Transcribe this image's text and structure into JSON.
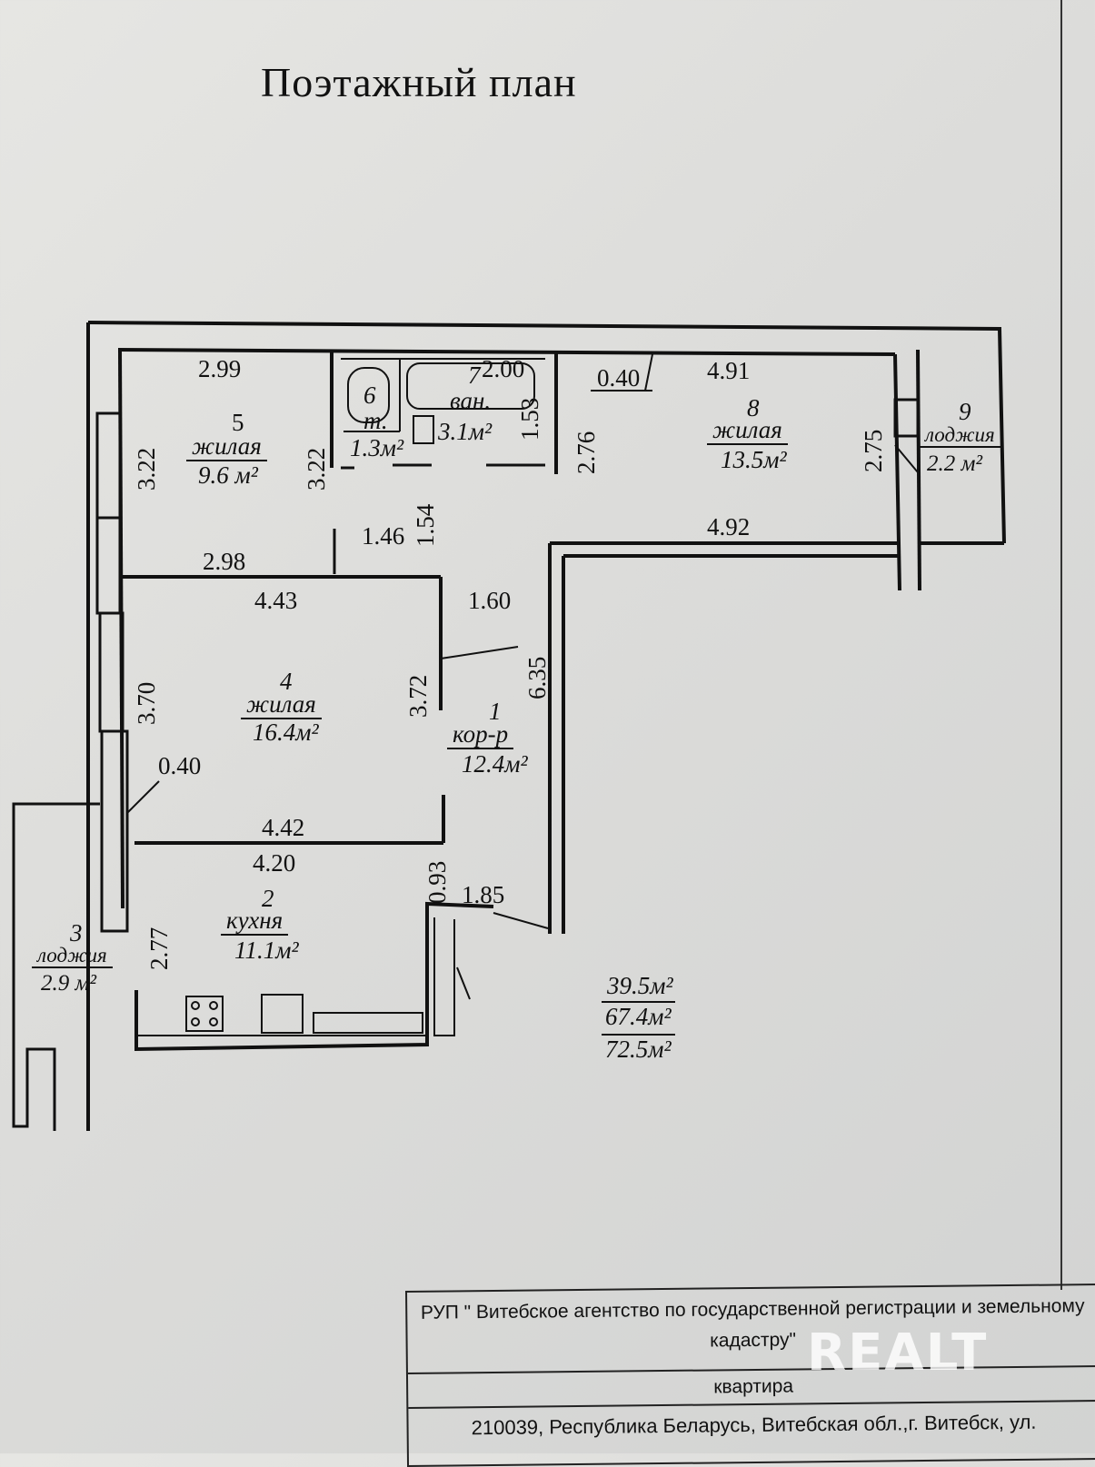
{
  "title": "Поэтажный план",
  "rooms": [
    {
      "num": "1",
      "type": "кор-р",
      "area": "12.4м²"
    },
    {
      "num": "2",
      "type": "кухня",
      "area": "11.1м²"
    },
    {
      "num": "3",
      "type": "лоджия",
      "area": "2.9 м²"
    },
    {
      "num": "4",
      "type": "жилая",
      "area": "16.4м²"
    },
    {
      "num": "5",
      "type": "жилая",
      "area": "9.6 м²"
    },
    {
      "num": "6",
      "type": "т.",
      "area": "1.3м²"
    },
    {
      "num": "7",
      "type": "ван.",
      "area": "3.1м²"
    },
    {
      "num": "8",
      "type": "жилая",
      "area": "13.5м²"
    },
    {
      "num": "9",
      "type": "лоджия",
      "area": "2.2 м²"
    }
  ],
  "dimensions": [
    "2.99",
    "3.22",
    "3.22",
    "2.00",
    "1.53",
    "0.40",
    "4.91",
    "2.76",
    "2.75",
    "1.54",
    "1.46",
    "4.92",
    "2.98",
    "4.43",
    "1.60",
    "6.35",
    "3.70",
    "3.72",
    "0.40",
    "4.42",
    "4.20",
    "0.93",
    "1.85",
    "2.77"
  ],
  "totals": {
    "living": "39.5м²",
    "total": "67.4м²",
    "with_loggias": "72.5м²"
  },
  "stamp": {
    "org": "РУП \" Витебское агентство по государственной регистрации и земельному кадастру\"",
    "object": "квартира",
    "address": "210039, Республика Беларусь, Витебская обл.,г. Витебск, ул."
  },
  "watermark": "REALT"
}
